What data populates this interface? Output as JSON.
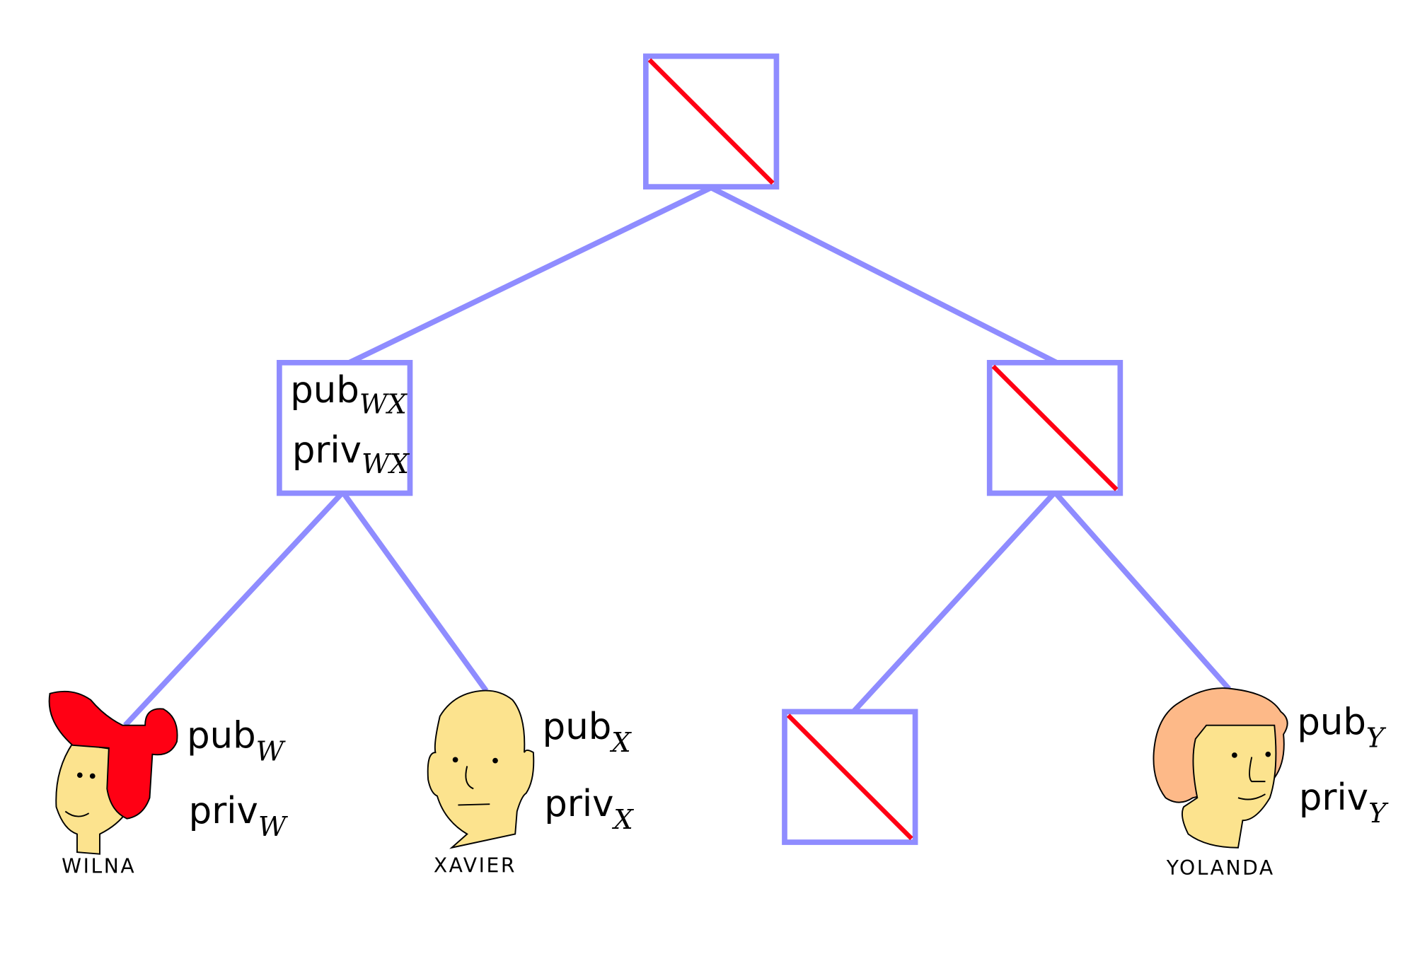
{
  "tree": {
    "root": {
      "state": "blank"
    },
    "left": {
      "state": "keys",
      "pub": "pub",
      "pub_sub": "WX",
      "priv": "priv",
      "priv_sub": "WX"
    },
    "right": {
      "state": "blank"
    },
    "right_left": {
      "state": "blank"
    }
  },
  "leaves": [
    {
      "name": "WILNA",
      "pub": "pub",
      "pub_sub": "W",
      "priv": "priv",
      "priv_sub": "W",
      "hair_color": "#ff0014"
    },
    {
      "name": "XAVIER",
      "pub": "pub",
      "pub_sub": "X",
      "priv": "priv",
      "priv_sub": "X",
      "hair_color": "#fce38e"
    },
    {
      "name": "YOLANDA",
      "pub": "pub",
      "pub_sub": "Y",
      "priv": "priv",
      "priv_sub": "Y",
      "hair_color": "#fdb988"
    }
  ],
  "colors": {
    "edge": "#8f8cff",
    "blank_mark": "#ff0014",
    "skin": "#fce38e"
  }
}
